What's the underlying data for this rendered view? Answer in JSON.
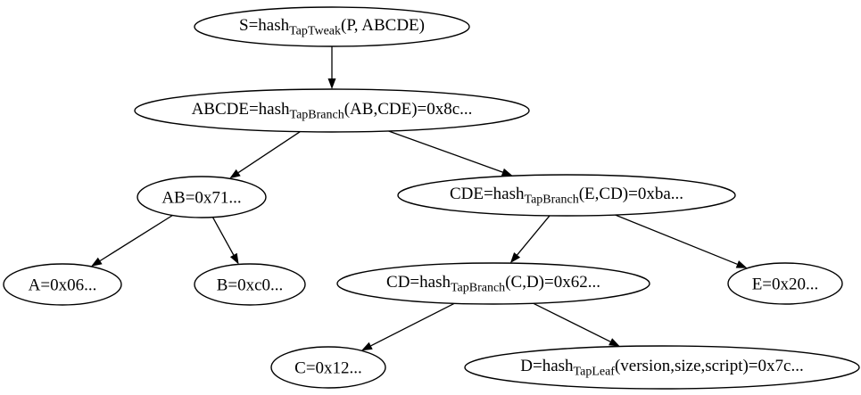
{
  "diagram": {
    "type": "tree",
    "background_color": "#ffffff",
    "node_fill": "#ffffff",
    "node_stroke": "#000000",
    "edge_color": "#000000",
    "text_color": "#000000",
    "nodes": [
      {
        "id": "S",
        "label": "S=hash_TapTweak(P, ABCDE)",
        "parts": [
          {
            "text": "S=hash"
          },
          {
            "text": "TapTweak",
            "subscript": true
          },
          {
            "text": "(P, ABCDE)"
          }
        ]
      },
      {
        "id": "ABCDE",
        "label": "ABCDE=hash_TapBranch(AB,CDE)=0x8c...",
        "parts": [
          {
            "text": "ABCDE=hash"
          },
          {
            "text": "TapBranch",
            "subscript": true
          },
          {
            "text": "(AB,CDE)=0x8c..."
          }
        ]
      },
      {
        "id": "AB",
        "label": "AB=0x71...",
        "parts": [
          {
            "text": "AB=0x71..."
          }
        ]
      },
      {
        "id": "CDE",
        "label": "CDE=hash_TapBranch(E,CD)=0xba...",
        "parts": [
          {
            "text": "CDE=hash"
          },
          {
            "text": "TapBranch",
            "subscript": true
          },
          {
            "text": "(E,CD)=0xba..."
          }
        ]
      },
      {
        "id": "A",
        "label": "A=0x06...",
        "parts": [
          {
            "text": "A=0x06..."
          }
        ]
      },
      {
        "id": "B",
        "label": "B=0xc0...",
        "parts": [
          {
            "text": "B=0xc0..."
          }
        ]
      },
      {
        "id": "CD",
        "label": "CD=hash_TapBranch(C,D)=0x62...",
        "parts": [
          {
            "text": "CD=hash"
          },
          {
            "text": "TapBranch",
            "subscript": true
          },
          {
            "text": "(C,D)=0x62..."
          }
        ]
      },
      {
        "id": "E",
        "label": "E=0x20...",
        "parts": [
          {
            "text": "E=0x20..."
          }
        ]
      },
      {
        "id": "C",
        "label": "C=0x12...",
        "parts": [
          {
            "text": "C=0x12..."
          }
        ]
      },
      {
        "id": "D",
        "label": "D=hash_TapLeaf(version,size,script)=0x7c...",
        "parts": [
          {
            "text": "D=hash"
          },
          {
            "text": "TapLeaf",
            "subscript": true
          },
          {
            "text": "(version,size,script)=0x7c..."
          }
        ]
      }
    ],
    "edges": [
      {
        "from": "S",
        "to": "ABCDE"
      },
      {
        "from": "ABCDE",
        "to": "AB"
      },
      {
        "from": "ABCDE",
        "to": "CDE"
      },
      {
        "from": "AB",
        "to": "A"
      },
      {
        "from": "AB",
        "to": "B"
      },
      {
        "from": "CDE",
        "to": "CD"
      },
      {
        "from": "CDE",
        "to": "E"
      },
      {
        "from": "CD",
        "to": "C"
      },
      {
        "from": "CD",
        "to": "D"
      }
    ]
  }
}
